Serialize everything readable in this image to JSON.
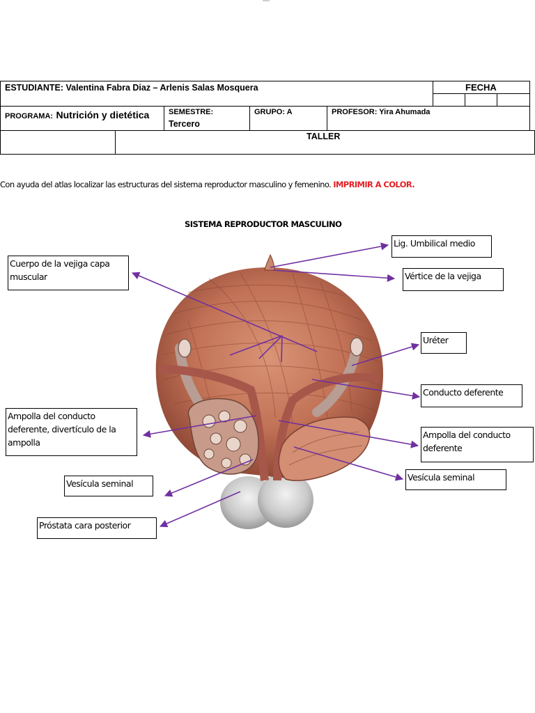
{
  "header": {
    "student_label": "ESTUDIANTE:",
    "student_value": "Valentina Fabra Diaz – Arlenis Salas Mosquera",
    "date_label": "FECHA",
    "program_label": "PROGRAMA:",
    "program_value": "Nutrición y dietética",
    "semester_label": "SEMESTRE:",
    "semester_value": "Tercero",
    "group_label": "GRUPO: A",
    "professor_label": "PROFESOR: Yira Ahumada",
    "workshop_label": "TALLER"
  },
  "instructions": {
    "text": "Con ayuda del atlas localizar las estructuras del sistema reproductor masculino y femenino.",
    "highlight": "IMPRIMIR A COLOR.",
    "highlight_color": "#e41f26"
  },
  "figure": {
    "title": "SISTEMA REPRODUCTOR MASCULINO",
    "arrow_color": "#7030a0",
    "labels": {
      "lig_umbilical": "Lig. Umbilical medio",
      "vertice": "Vértice de la vejiga",
      "cuerpo": "Cuerpo de la vejiga capa muscular",
      "ureter": "Uréter",
      "conducto": "Conducto deferente",
      "ampolla_left": "Ampolla del conducto deferente, divertículo de la ampolla",
      "ampolla_right": "Ampolla del conducto deferente",
      "vesicula_left": "Vesícula seminal",
      "vesicula_right": "Vesícula seminal",
      "prostata": "Próstata cara posterior"
    }
  }
}
